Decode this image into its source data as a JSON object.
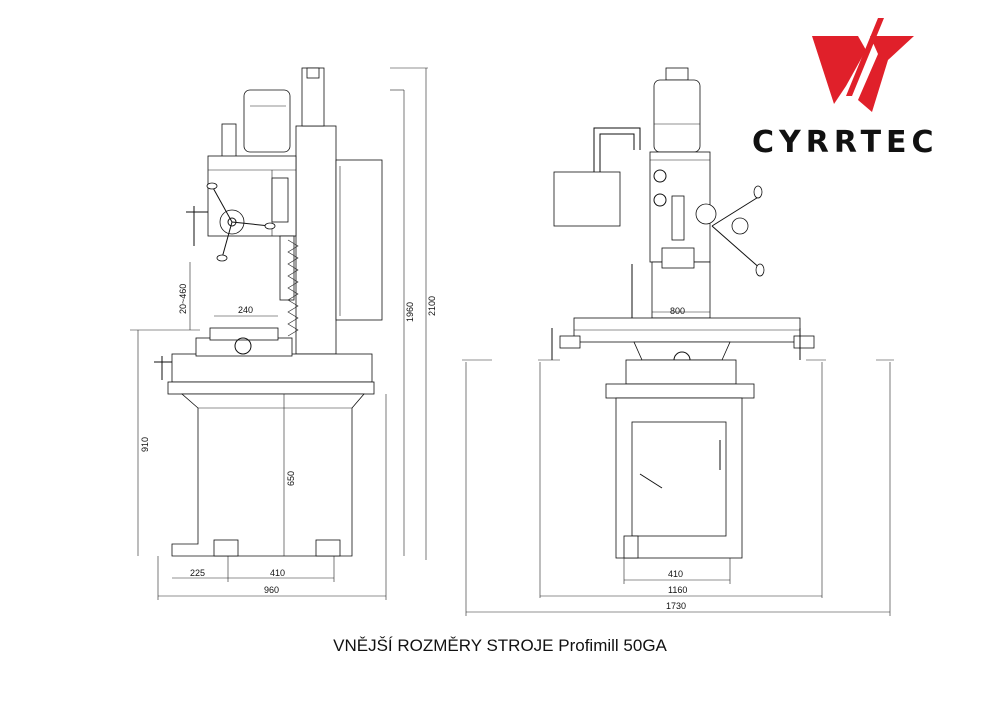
{
  "logo": {
    "brand": "CYRRTEC",
    "accent": "#e0202a"
  },
  "caption": "VNĚJŠÍ ROZMĚRY STROJE Profimill 50GA",
  "side_view": {
    "dim_height_2100": "2100",
    "dim_height_1960": "1960",
    "dim_base_910": "910",
    "dim_cabinet_650": "650",
    "dim_travel": "20~460",
    "dim_table_240": "240",
    "dim_225": "225",
    "dim_410": "410",
    "dim_960": "960"
  },
  "front_view": {
    "dim_800": "800",
    "dim_410": "410",
    "dim_1160": "1160",
    "dim_1730": "1730"
  }
}
